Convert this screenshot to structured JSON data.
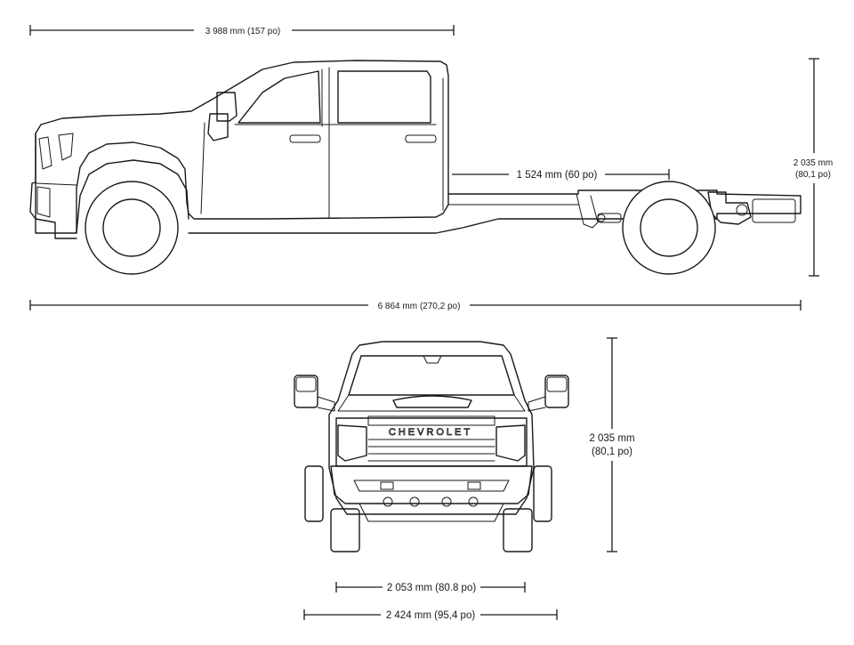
{
  "dimensions": {
    "wheelbase_cab": "3 988 mm (157 po)",
    "cab_to_axle": "1 524 mm (60 po)",
    "overall_length": "6 864 mm (270,2 po)",
    "side_height_line1": "2 035 mm",
    "side_height_line2": "(80,1 po)",
    "front_height_line1": "2 035 mm",
    "front_height_line2": "(80,1 po)",
    "front_track": "2 053 mm (80.8 po)",
    "overall_width": "2 424 mm (95,4 po)"
  },
  "front_view": {
    "grille_badge": "CHEVROLET"
  },
  "colors": {
    "line": "#1a1a1a",
    "background": "#ffffff"
  }
}
